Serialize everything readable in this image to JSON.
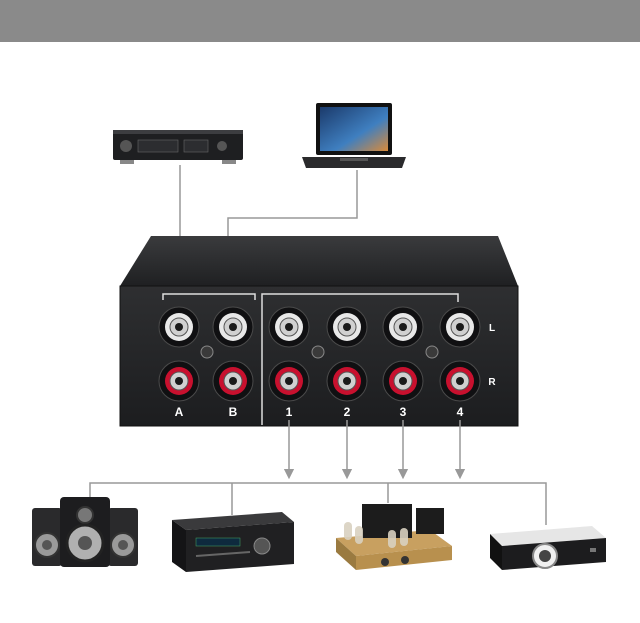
{
  "switch_box": {
    "input_labels": [
      "A",
      "B"
    ],
    "output_labels": [
      "1",
      "2",
      "3",
      "4"
    ],
    "channel_labels": [
      "L",
      "R"
    ]
  },
  "sources": [
    {
      "icon": "amplifier-rack-icon"
    },
    {
      "icon": "laptop-icon"
    }
  ],
  "destinations": [
    {
      "icon": "speakers-icon"
    },
    {
      "icon": "av-receiver-icon"
    },
    {
      "icon": "tube-amplifier-icon"
    },
    {
      "icon": "projector-icon"
    }
  ],
  "colors": {
    "box": "#2b2c2e",
    "jack_white_ring": "#e8e8e8",
    "jack_red_ring": "#c8102e",
    "connector_line": "#999999",
    "top_bar": "#8a8a8a"
  }
}
